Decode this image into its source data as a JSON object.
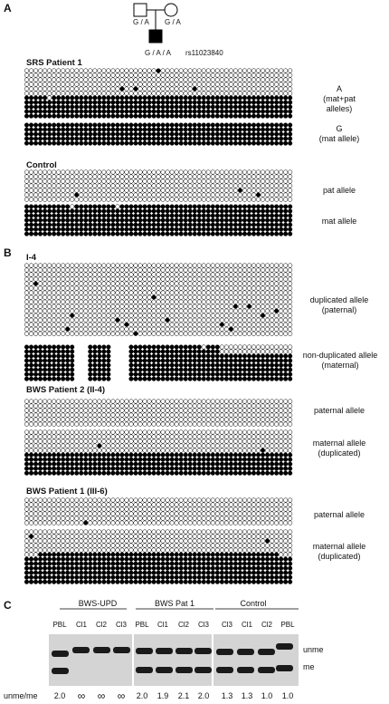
{
  "panels": {
    "A": {
      "letter": "A",
      "pedigree": {
        "father_genotype": "G / A",
        "mother_genotype": "G / A",
        "child_genotype": "G / A / A",
        "snp_id": "rs11023840"
      },
      "srs": {
        "title": "SRS Patient 1",
        "label_a_line1": "A",
        "label_a_line2": "(mat+pat",
        "label_a_line3": "alleles)",
        "label_g_line1": "G",
        "label_g_line2": "(mat allele)"
      },
      "control": {
        "title": "Control",
        "pat_label": "pat allele",
        "mat_label": "mat allele"
      }
    },
    "B": {
      "letter": "B",
      "i4": {
        "title": "I-4",
        "dup_line1": "duplicated allele",
        "dup_line2": "(paternal)",
        "nondup_line1": "non-duplicated allele",
        "nondup_line2": "(maternal)"
      },
      "bws2": {
        "title": "BWS Patient 2 (II-4)",
        "pat_label": "paternal allele",
        "mat_line1": "maternal allele",
        "mat_line2": "(duplicated)"
      },
      "bws1": {
        "title": "BWS Patient 1 (III-6)",
        "pat_label": "paternal allele",
        "mat_line1": "maternal allele",
        "mat_line2": "(duplicated)"
      }
    },
    "C": {
      "letter": "C",
      "groups": [
        {
          "name": "BWS-UPD",
          "lanes": [
            "PBL",
            "Cl1",
            "Cl2",
            "Cl3"
          ],
          "ratios": [
            "2.0",
            "∞",
            "∞",
            "∞"
          ]
        },
        {
          "name": "BWS Pat 1",
          "lanes": [
            "PBL",
            "Cl1",
            "Cl2",
            "Cl3"
          ],
          "ratios": [
            "2.0",
            "1.9",
            "2.1",
            "2.0"
          ]
        },
        {
          "name": "Control",
          "lanes": [
            "Cl3",
            "Cl1",
            "Cl2",
            "PBL"
          ],
          "ratios": [
            "1.3",
            "1.3",
            "1.0",
            "1.0"
          ]
        }
      ],
      "ratio_label": "unme/me",
      "band_unme": "unme",
      "band_me": "me"
    }
  },
  "colors": {
    "methylated": "#000000",
    "unmethylated": "#ffffff",
    "gel_background": "#d4d4d4",
    "band": "#1a1a1a"
  }
}
